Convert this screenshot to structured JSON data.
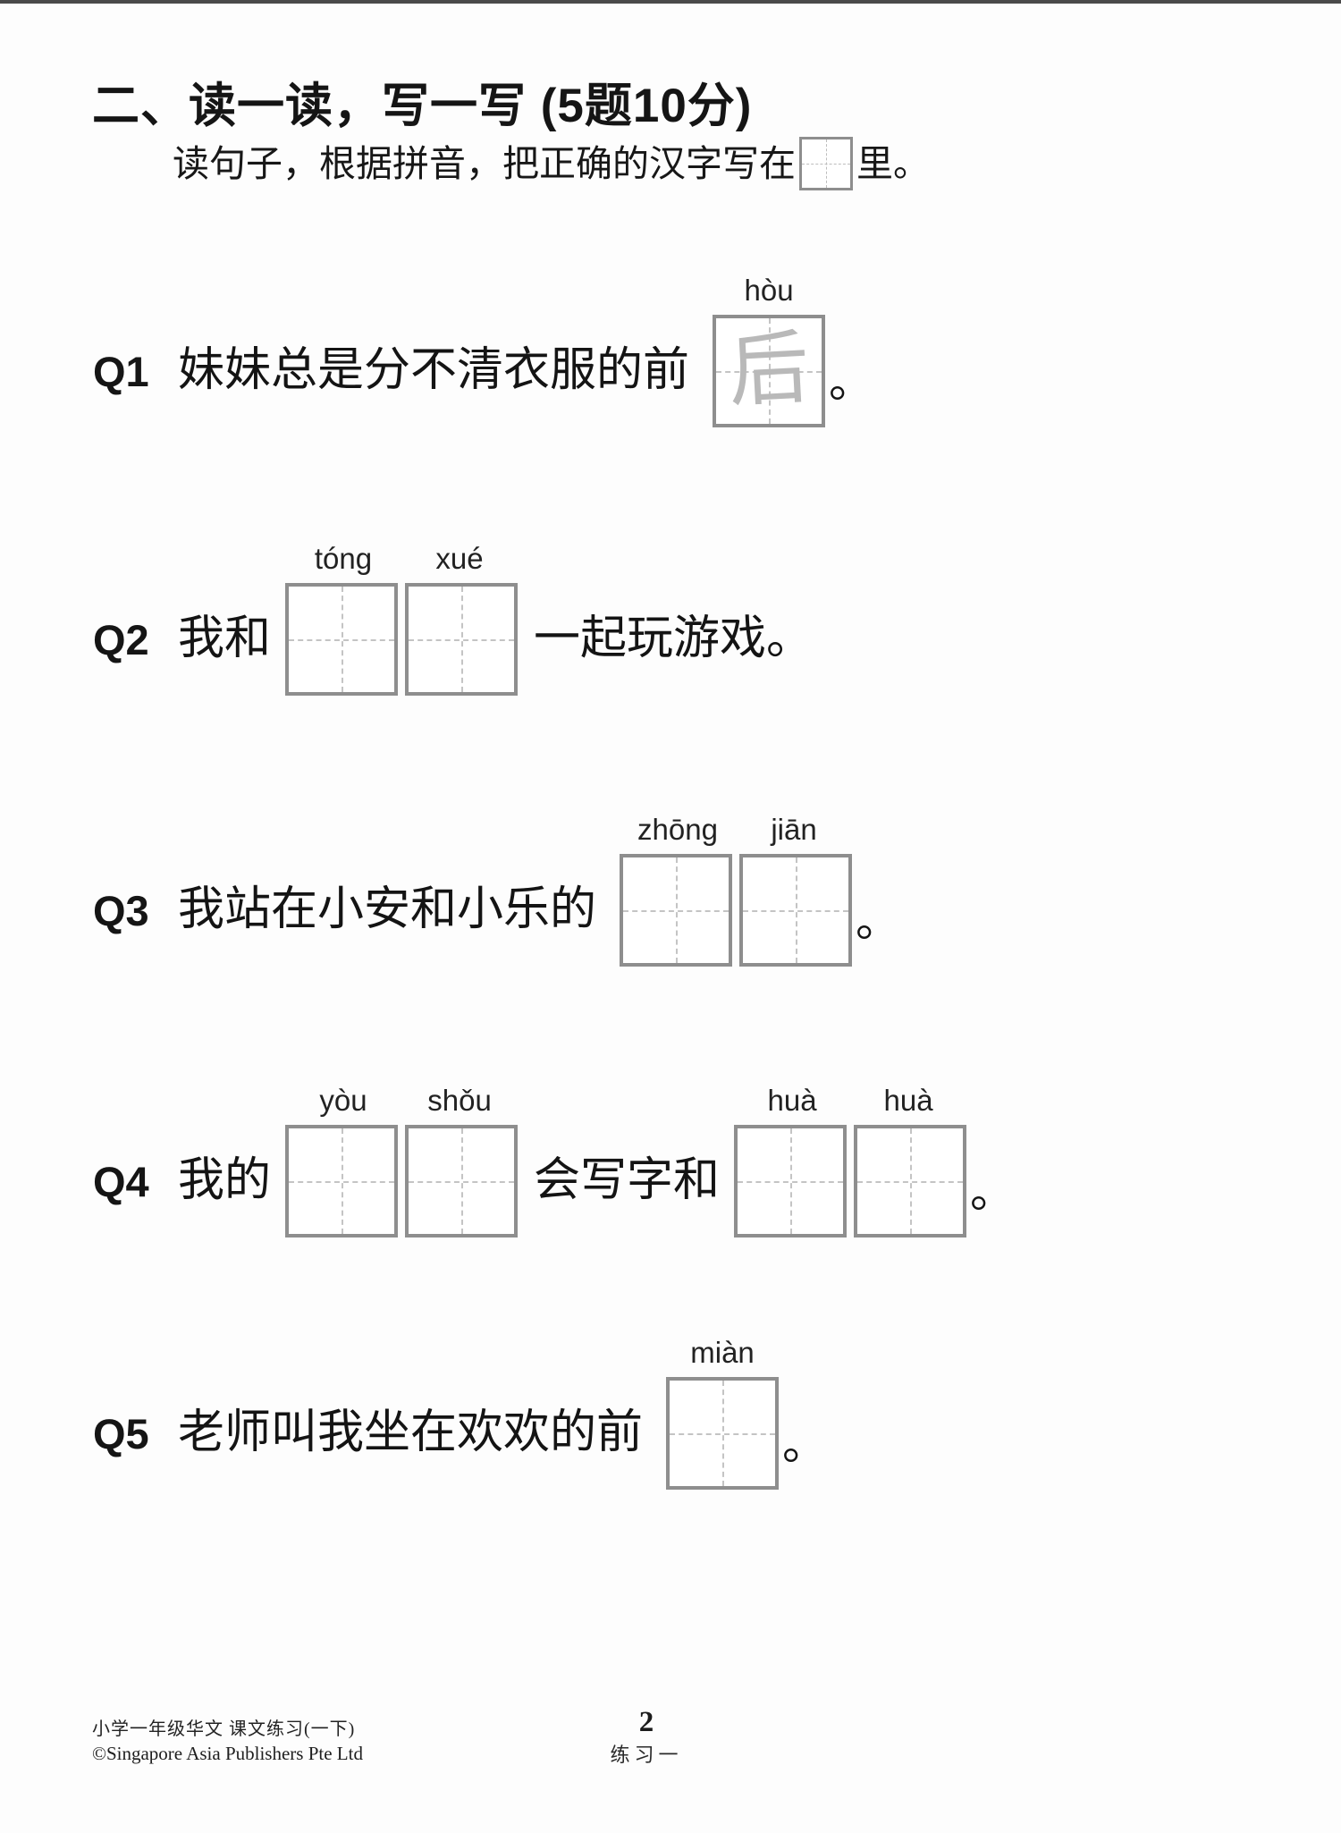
{
  "header": {
    "title": "二、读一读，写一写 (5题10分)",
    "instruction_prefix": "读句子，根据拼音，把正确的汉字写在",
    "instruction_suffix": "里。"
  },
  "questions": [
    {
      "label": "Q1",
      "pre_text": "妹妹总是分不清衣服的前",
      "end_punct": "。",
      "groups": [
        {
          "pinyin": [
            "hòu"
          ],
          "trace_char": "后"
        }
      ]
    },
    {
      "label": "Q2",
      "pre_text": "我和",
      "post_text": "一起玩游戏。",
      "groups": [
        {
          "pinyin": [
            "tóng",
            "xué"
          ]
        }
      ]
    },
    {
      "label": "Q3",
      "pre_text": "我站在小安和小乐的",
      "end_punct": "。",
      "groups": [
        {
          "pinyin": [
            "zhōng",
            "jiān"
          ]
        }
      ]
    },
    {
      "label": "Q4",
      "pre_text": "我的",
      "mid_text": "会写字和",
      "end_punct": "。",
      "groups": [
        {
          "pinyin": [
            "yòu",
            "shǒu"
          ]
        },
        {
          "pinyin": [
            "huà",
            "huà"
          ]
        }
      ]
    },
    {
      "label": "Q5",
      "pre_text": "老师叫我坐在欢欢的前",
      "end_punct": "。",
      "groups": [
        {
          "pinyin": [
            "miàn"
          ]
        }
      ]
    }
  ],
  "footer": {
    "book_title": "小学一年级华文 课文练习(一下)",
    "copyright": "©Singapore Asia Publishers Pte Ltd",
    "page_number": "2",
    "section_label": "练习一"
  },
  "colors": {
    "text": "#1a1a1a",
    "box_border": "#8e8e8e",
    "box_guide_dash": "#c4c4c4",
    "trace_char": "#b9b9b9"
  }
}
